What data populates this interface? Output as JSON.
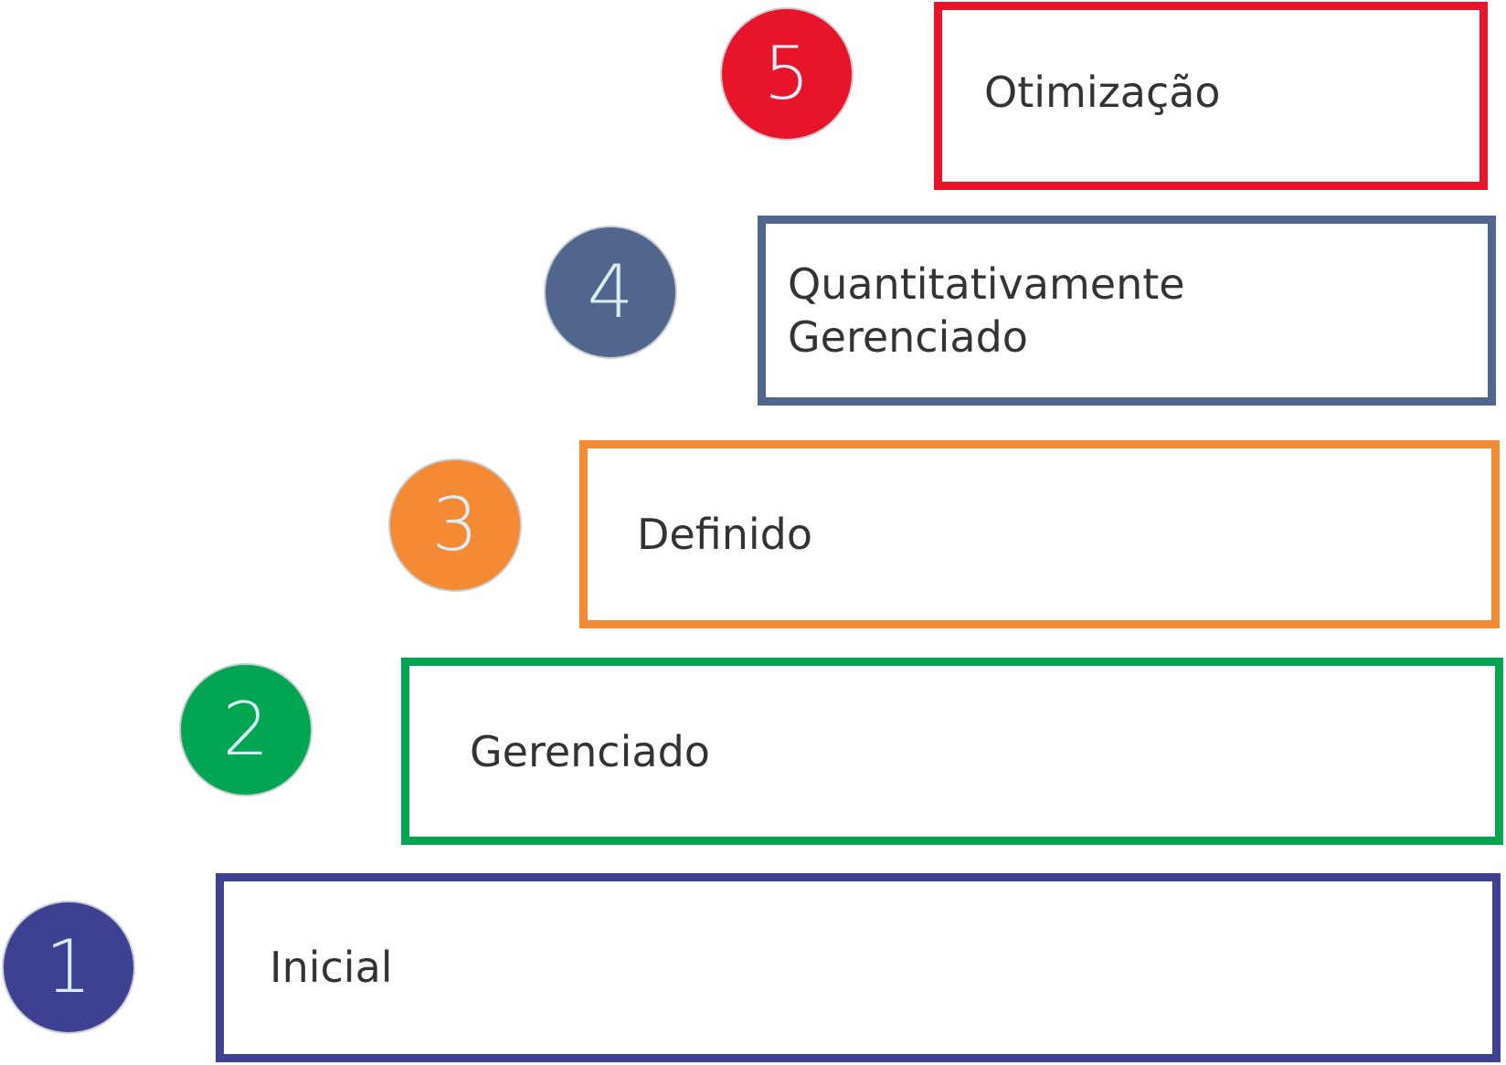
{
  "levels": [
    {
      "number": "5",
      "label_lines": [
        "Otimização"
      ],
      "color": "#e8142a"
    },
    {
      "number": "4",
      "label_lines": [
        "Quantitativamente",
        "Gerenciado"
      ],
      "color": "#51668c"
    },
    {
      "number": "3",
      "label_lines": [
        "Definido"
      ],
      "color": "#f48a34"
    },
    {
      "number": "2",
      "label_lines": [
        "Gerenciado"
      ],
      "color": "#00a651"
    },
    {
      "number": "1",
      "label_lines": [
        "Inicial"
      ],
      "color": "#3e4191"
    }
  ]
}
